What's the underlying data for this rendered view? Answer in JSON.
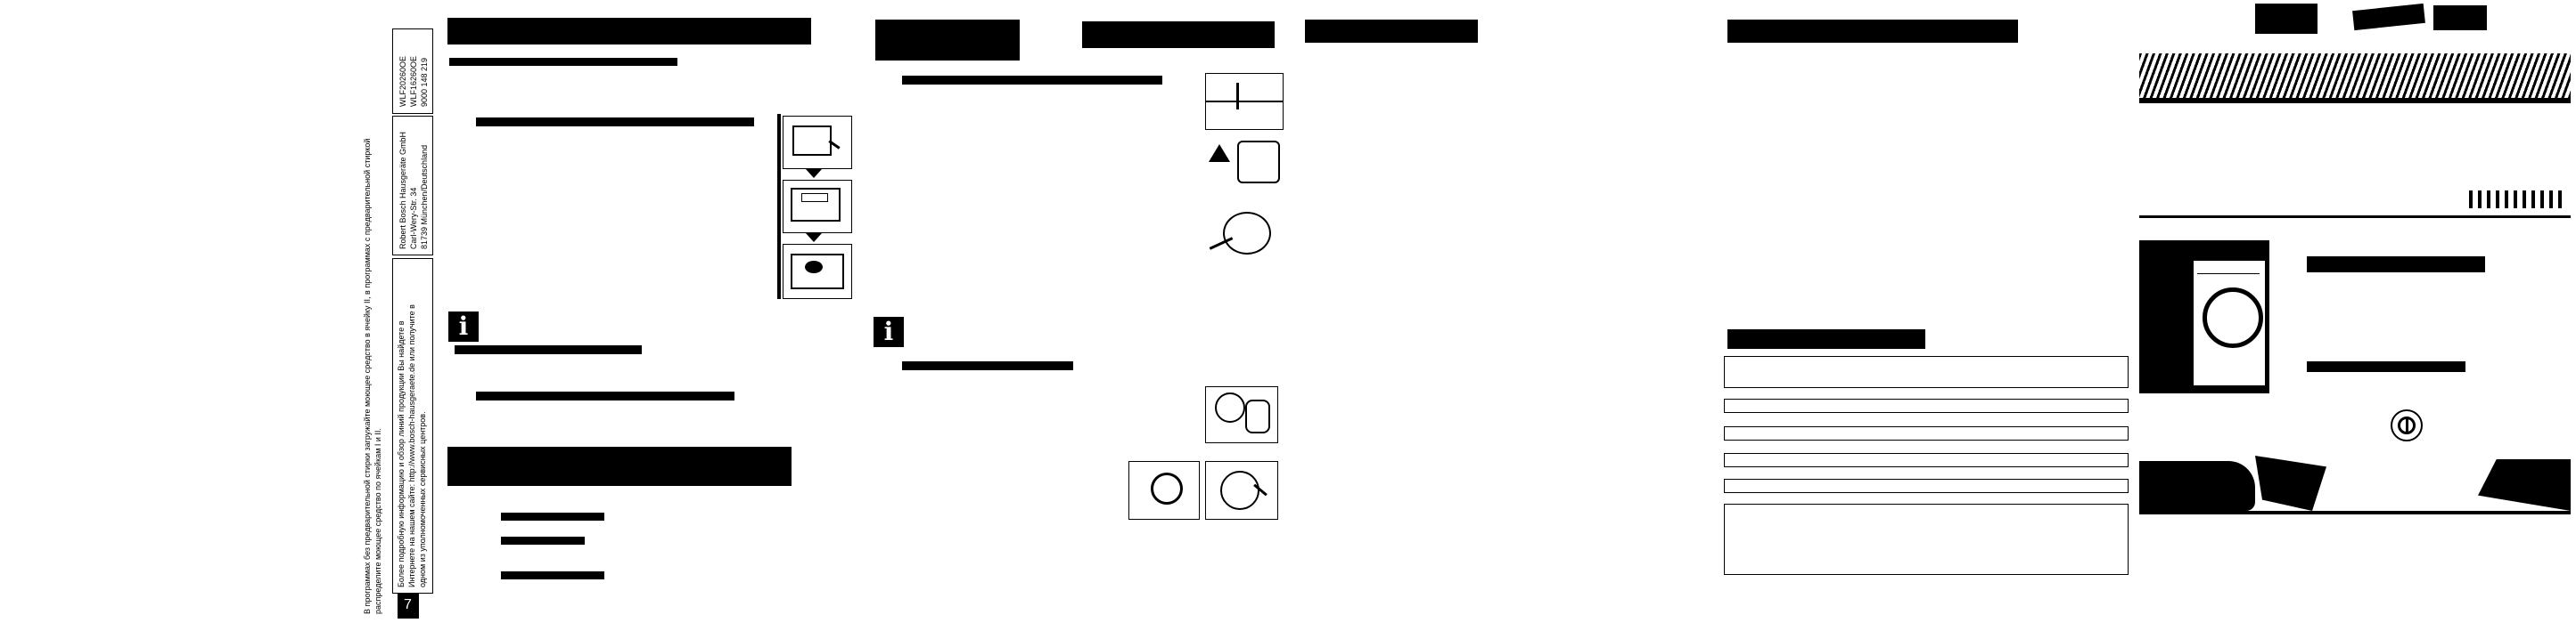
{
  "left_margin": {
    "page_number": "7",
    "note_line1": "В программах без предварительной стирки загружайте моющее средство в ячейку II, в программах с предварительной стиркой",
    "note_line2": "распределите моющее средство по ячейкам I и II.",
    "info_line1": "Более подробную информацию и обзор линий продукции Вы найдете в",
    "info_line2": "Интернете на нашем сайте: http://www.bosch-hausgeraete.de или получите в",
    "info_line3": "одном из уполномоченных сервисных центров.",
    "company_line1": "Robert Bosch Hausgeräte GmbH",
    "company_line2": "Carl-Wery-Str. 34",
    "company_line3": "81739 München/Deutschland",
    "model_line1": "WLF20260OE",
    "model_line2": "WLF16260OE",
    "model_line3": "9000 148 219"
  },
  "icons": {
    "info": "i",
    "brand": "bosch-logo"
  }
}
